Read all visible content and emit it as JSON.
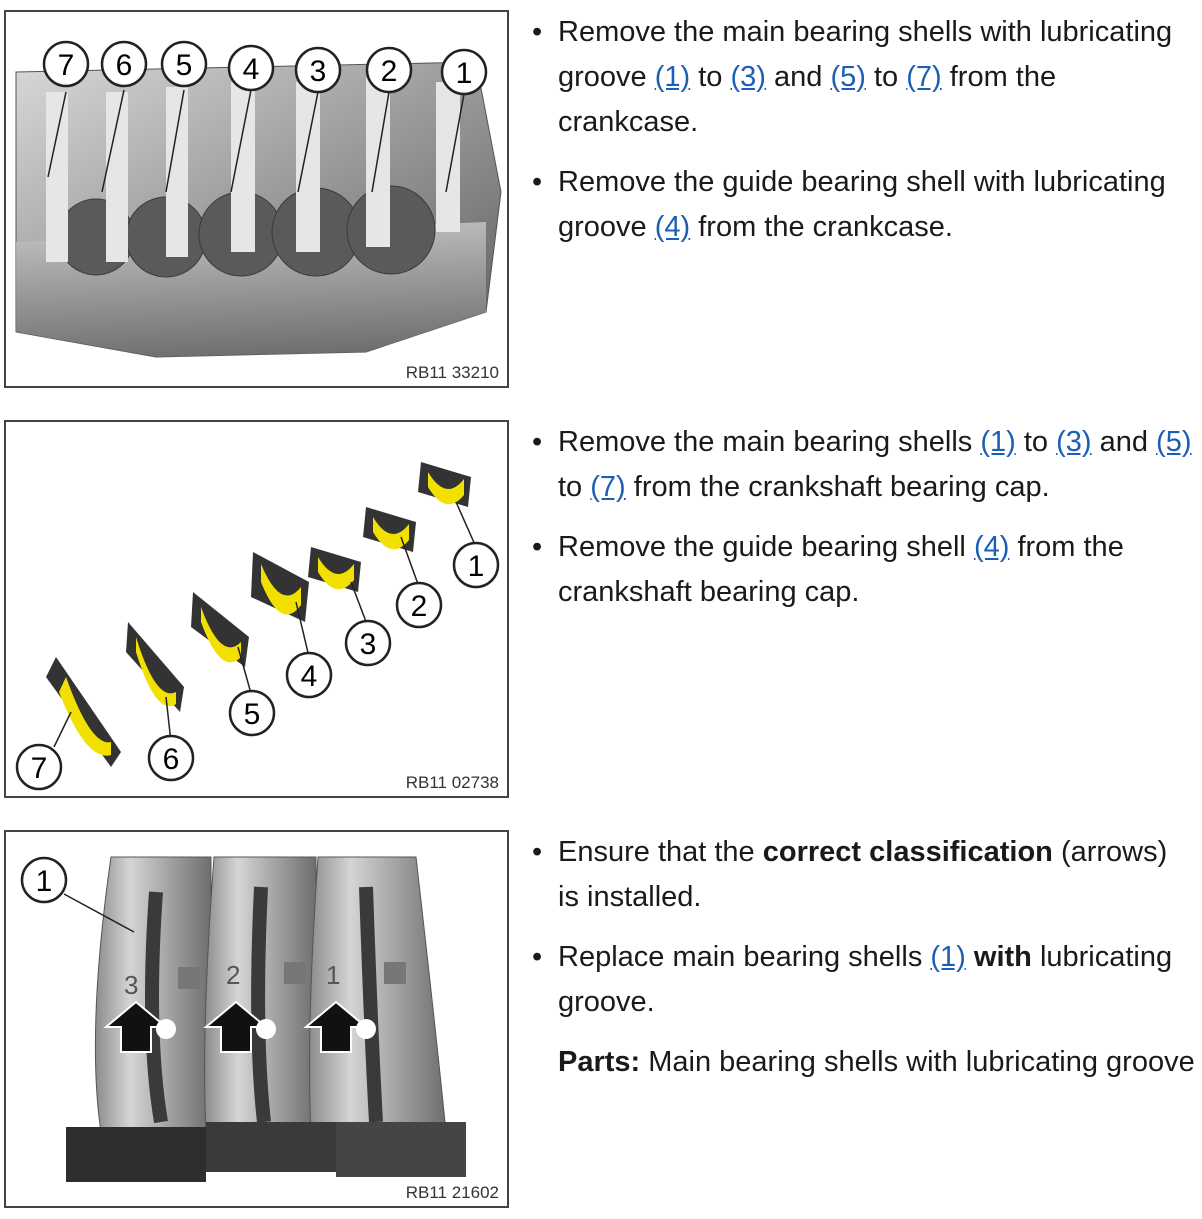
{
  "sections": [
    {
      "figure_code": "RB11 33210",
      "callouts": [
        "7",
        "6",
        "5",
        "4",
        "3",
        "2",
        "1"
      ],
      "bullets": [
        {
          "parts": [
            {
              "t": "Remove the main bearing shells with lubricating groove "
            },
            {
              "t": "(1)",
              "ref": true
            },
            {
              "t": " to "
            },
            {
              "t": "(3)",
              "ref": true
            },
            {
              "t": " and "
            },
            {
              "t": "(5)",
              "ref": true
            },
            {
              "t": " to "
            },
            {
              "t": "(7)",
              "ref": true
            },
            {
              "t": " from the crankcase."
            }
          ]
        },
        {
          "parts": [
            {
              "t": "Remove the guide bearing shell with lubricating groove "
            },
            {
              "t": "(4)",
              "ref": true
            },
            {
              "t": " from the crankcase."
            }
          ]
        }
      ]
    },
    {
      "figure_code": "RB11 02738",
      "callouts": [
        "1",
        "2",
        "3",
        "4",
        "5",
        "6",
        "7"
      ],
      "bullets": [
        {
          "parts": [
            {
              "t": "Remove the main bearing shells "
            },
            {
              "t": "(1)",
              "ref": true
            },
            {
              "t": " to "
            },
            {
              "t": "(3)",
              "ref": true
            },
            {
              "t": " and "
            },
            {
              "t": "(5)",
              "ref": true
            },
            {
              "t": " to "
            },
            {
              "t": "(7)",
              "ref": true
            },
            {
              "t": " from the crankshaft bearing cap."
            }
          ]
        },
        {
          "parts": [
            {
              "t": "Remove the guide bearing shell "
            },
            {
              "t": "(4)",
              "ref": true
            },
            {
              "t": " from the crankshaft bearing cap."
            }
          ]
        }
      ]
    },
    {
      "figure_code": "RB11 21602",
      "callouts": [
        "1"
      ],
      "shell_marks": [
        "3",
        "2",
        "1"
      ],
      "bullets": [
        {
          "parts": [
            {
              "t": "Ensure that the "
            },
            {
              "t": "correct classification",
              "bold": true
            },
            {
              "t": " (arrows) is installed."
            }
          ]
        },
        {
          "parts": [
            {
              "t": "Replace main bearing shells "
            },
            {
              "t": "(1)",
              "ref": true
            },
            {
              "t": " "
            },
            {
              "t": "with",
              "bold": true
            },
            {
              "t": " lubricating groove."
            }
          ]
        }
      ],
      "note": {
        "label": "Parts:",
        "text": " Main bearing shells with lubricating groove"
      }
    }
  ]
}
